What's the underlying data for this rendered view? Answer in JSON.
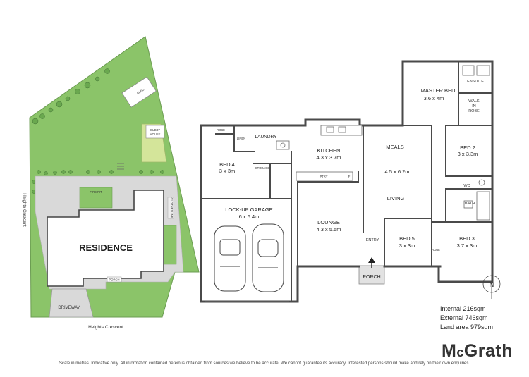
{
  "site": {
    "shed": "SHED",
    "cubby_house": "CUBBY HOUSE",
    "fire_pit": "FIRE PIT",
    "residence": "RESIDENCE",
    "driveway": "DRIVEWAY",
    "porch": "PORCH",
    "clothesline": "CLOTHESLINE",
    "street_left": "Heights Crescent",
    "street_bottom": "Heights Crescent"
  },
  "rooms": {
    "master_bed": {
      "name": "MASTER BED",
      "dim": "3.6 x 4m"
    },
    "ensuite": "ENSUITE",
    "walk_in_robe": [
      "WALK",
      "IN",
      "ROBE"
    ],
    "bed2": {
      "name": "BED 2",
      "dim": "3 x 3.3m"
    },
    "meals": "MEALS",
    "living": "LIVING",
    "meals_living_dim": "4.5 x 6.2m",
    "kitchen": {
      "name": "KITCHEN",
      "dim": "4.3 x 3.7m"
    },
    "laundry": "LAUNDRY",
    "linen": "LINEN",
    "robe": "ROBE",
    "storage": "STORAGE",
    "pty": "PTRY",
    "fridge": "F",
    "bed4": {
      "name": "BED 4",
      "dim": "3 x 3m"
    },
    "garage": {
      "name": "LOCK-UP GARAGE",
      "dim": "6 x 6.4m"
    },
    "lounge": {
      "name": "LOUNGE",
      "dim": "4.3 x 5.5m"
    },
    "entry": "ENTRY",
    "porch": "PORCH",
    "bed5": {
      "name": "BED 5",
      "dim": "3 x 3m"
    },
    "bed3": {
      "name": "BED 3",
      "dim": "3.7 x 3m"
    },
    "wc": "WC",
    "bath": "BATH"
  },
  "compass": "N",
  "stats": {
    "internal": "Internal 216sqm",
    "external": "External 746sqm",
    "land": "Land area 979sqm"
  },
  "brand": {
    "prefix": "M",
    "small": "c",
    "suffix": "Grath"
  },
  "disclaimer": "Scale in metres. Indicative only. All information contained herein is obtained from sources we believe to be accurate. We cannot guarantee its accuracy. Interested persons should make and rely on their own enquiries.",
  "colors": {
    "lawn": "#8bc469",
    "paving": "#d9d9d9",
    "wall": "#4a4a4a",
    "cubby": "#d4e59a"
  }
}
